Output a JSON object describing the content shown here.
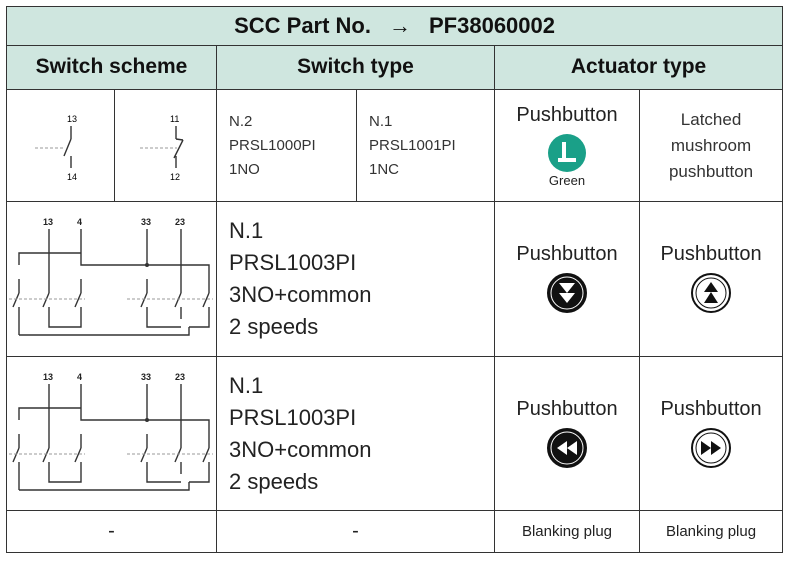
{
  "header": {
    "label": "SCC Part No.",
    "arrow": "→",
    "part_no": "PF38060002"
  },
  "columns": {
    "switch_scheme": "Switch scheme",
    "switch_type": "Switch type",
    "actuator_type": "Actuator type"
  },
  "row1": {
    "scheme_a": {
      "top": "13",
      "bottom": "14"
    },
    "scheme_b": {
      "top": "11",
      "bottom": "12"
    },
    "type_a": [
      "N.2",
      "PRSL1000PI",
      "1NO"
    ],
    "type_b": [
      "N.1",
      "PRSL1001PI",
      "1NC"
    ],
    "actuator_a": {
      "label": "Pushbutton",
      "color_label": "Green",
      "icon": "green-pushbutton-icon",
      "color": "#1aa088"
    },
    "actuator_b": [
      "Latched",
      "mushroom",
      "pushbutton"
    ]
  },
  "row2": {
    "terminals": [
      "13",
      "4",
      "33",
      "23"
    ],
    "type": [
      "N.1",
      "PRSL1003PI",
      "3NO+common",
      "2 speeds"
    ],
    "actuator_a": {
      "label": "Pushbutton",
      "icon": "arrow-down-double-icon"
    },
    "actuator_b": {
      "label": "Pushbutton",
      "icon": "arrow-up-double-icon"
    }
  },
  "row3": {
    "terminals": [
      "13",
      "4",
      "33",
      "23"
    ],
    "type": [
      "N.1",
      "PRSL1003PI",
      "3NO+common",
      "2 speeds"
    ],
    "actuator_a": {
      "label": "Pushbutton",
      "icon": "arrow-left-double-icon"
    },
    "actuator_b": {
      "label": "Pushbutton",
      "icon": "arrow-right-double-icon"
    }
  },
  "row4": {
    "scheme": "-",
    "type": "-",
    "actuator_a": "Blanking plug",
    "actuator_b": "Blanking plug"
  }
}
